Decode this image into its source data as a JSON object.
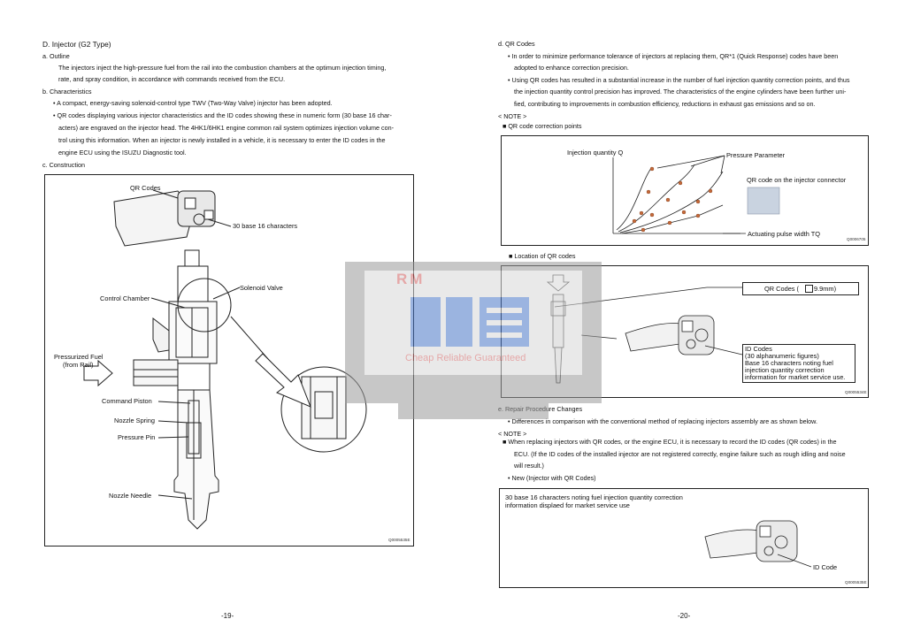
{
  "left_page": {
    "section_title": "D.   Injector (G2 Type)",
    "a_heading": "a.   Outline",
    "outline_lines": [
      "The injectors inject the high-pressure fuel from the rail into the combustion chambers at the optimum injection timing,",
      "rate, and spray condition, in accordance with commands received from the ECU."
    ],
    "b_heading": "b.   Characteristics",
    "bullet1": "• A compact, energy-saving solenoid-control type TWV (Two-Way Valve) injector has been adopted.",
    "bullet2_lines": [
      "• QR codes displaying various injector characteristics and the ID codes showing these in numeric form (30 base 16 char-",
      "acters) are engraved on the injector head. The 4HK1/6HK1 engine common rail system optimizes injection volume con-",
      "trol using this information. When an injector is newly installed in a vehicle, it is necessary to enter the ID codes in the",
      "engine ECU using the ISUZU Diagnostic tool."
    ],
    "c_heading": "c.   Construction",
    "figure": {
      "qr_codes": "QR Codes",
      "base16": "30 base 16 characters",
      "control_chamber": "Control Chamber",
      "solenoid_valve": "Solenoid Valve",
      "pressurized_fuel": "Pressurized Fuel",
      "from_rail": "(from Rail)",
      "command_piston": "Command Piston",
      "nozzle_spring": "Nozzle Spring",
      "pressure_pin": "Pressure Pin",
      "nozzle_needle": "Nozzle Needle",
      "fig_code": "Q0005535E"
    },
    "page_number": "-19-"
  },
  "right_page": {
    "d_heading": "d.   QR Codes",
    "d_bullet1_lines": [
      "• In order to minimize performance tolerance of injectors at replacing them, QR*1 (Quick Response) codes have been",
      "adopted to enhance correction precision."
    ],
    "d_bullet2_lines": [
      "• Using QR codes has resulted in a substantial increase in the number of fuel injection quantity correction points, and thus",
      "the injection quantity control precision has improved. The characteristics of the engine cylinders have been further uni-",
      "fied, contributing to improvements in combustion efficiency, reductions in exhaust gas emissions and so on."
    ],
    "note1": "< NOTE >",
    "note1_item": "■   QR code correction points",
    "graph": {
      "ylabel": "Injection quantity Q",
      "param": "Pressure Parameter",
      "qr_on_connector": "QR code on the injector connector",
      "xlabel": "Actuating pulse width TQ",
      "fig_code": "Q0006705"
    },
    "loc_item": "■   Location of QR codes",
    "loc": {
      "qr_codes": "QR Codes (",
      "size": "9.9mm)",
      "id_lines": [
        "ID Codes",
        "(30 alphanumeric figures)",
        "Base 16 characters noting fuel",
        "injection quantity correction",
        "information for market service use."
      ],
      "fig_code": "Q0005534E"
    },
    "e_heading": "e.   Repair Procedure Changes",
    "e_bullet": "• Differences in comparison with the conventional method of replacing injectors assembly are as shown below.",
    "note2": "< NOTE >",
    "note2_lines": [
      "■   When replacing injectors with QR codes, or the engine ECU, it is necessary to record the ID codes (QR codes) in the",
      "ECU. (If the ID codes of the installed injector are not registered correctly, engine failure such as rough idling and noise",
      "will result.)"
    ],
    "new_item": "• New (Injector with QR Codes)",
    "new_box": {
      "line1": "30 base 16 characters noting fuel injection quantity correction",
      "line2": "information displaed for market service use",
      "id_code": "ID Code",
      "fig_code": "Q0005535E"
    },
    "page_number": "-20-"
  },
  "watermark": {
    "brand": "RM",
    "tagline": "Cheap Reliable Guaranteed"
  }
}
